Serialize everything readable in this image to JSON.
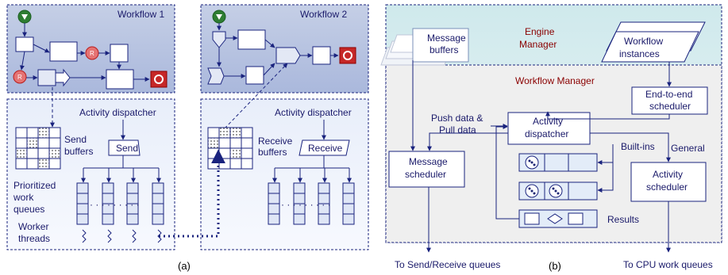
{
  "panel_a": {
    "workflow1": "Workflow 1",
    "workflow2": "Workflow 2",
    "dispatcher1": "Activity dispatcher",
    "dispatcher2": "Activity dispatcher",
    "send_buffers": [
      "Send",
      "buffers"
    ],
    "send": "Send",
    "receive_buffers": [
      "Receive",
      "buffers"
    ],
    "receive": "Receive",
    "queues_label": [
      "Prioritized",
      "work",
      "queues"
    ],
    "threads_label": [
      "Worker",
      "threads"
    ],
    "caption": "(a)"
  },
  "panel_b": {
    "message_buffers": [
      "Message",
      "buffers"
    ],
    "engine_manager": [
      "Engine",
      "Manager"
    ],
    "workflow_instances": [
      "Workflow",
      "instances"
    ],
    "workflow_manager": "Workflow Manager",
    "e2e_scheduler": [
      "End-to-end",
      "scheduler"
    ],
    "push_pull": [
      "Push data &",
      "Pull data"
    ],
    "activity_dispatcher": [
      "Activity",
      "dispatcher"
    ],
    "builtins": "Built-ins",
    "general": "General",
    "message_scheduler": [
      "Message",
      "scheduler"
    ],
    "activity_scheduler": [
      "Activity",
      "scheduler"
    ],
    "results": "Results",
    "to_send_receive": "To Send/Receive queues",
    "to_cpu": "To CPU work queues",
    "caption": "(b)"
  }
}
